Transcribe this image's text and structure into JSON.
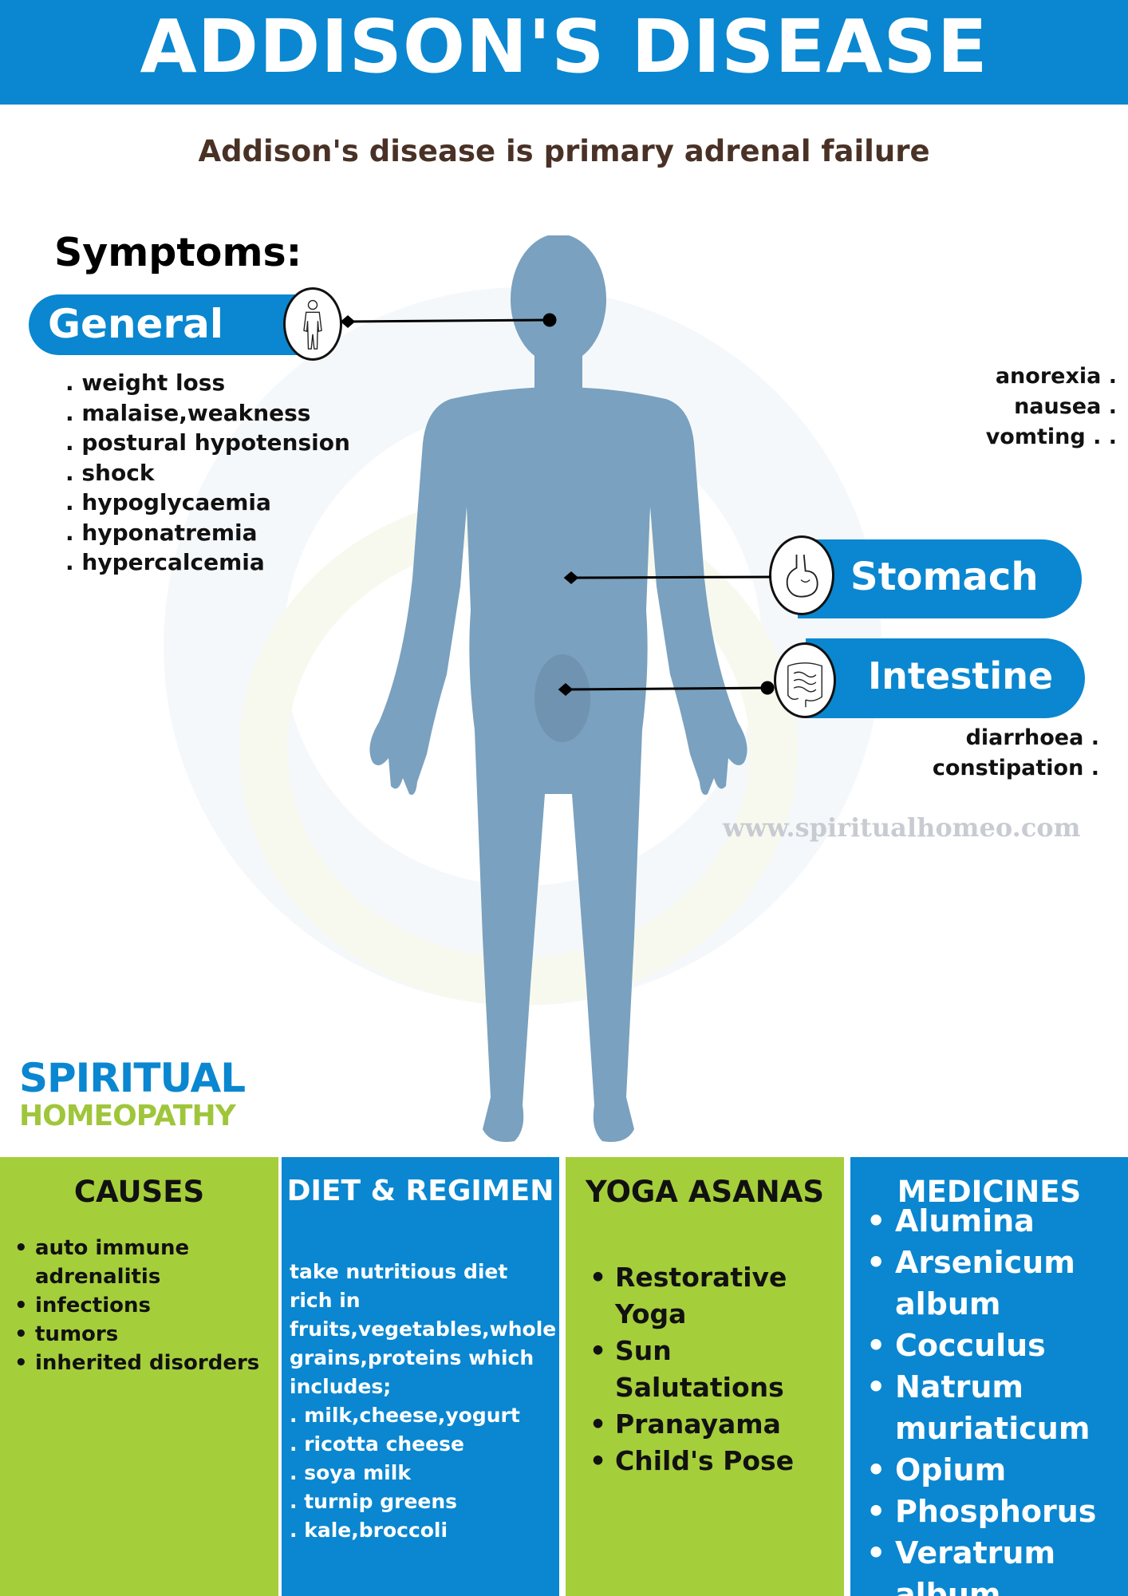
{
  "header": {
    "title": "ADDISON'S DISEASE"
  },
  "subtitle": "Addison's disease is primary adrenal failure",
  "symptoms": {
    "title": "Symptoms:",
    "general": {
      "label": "General",
      "items": [
        ". weight loss",
        ". malaise,weakness",
        ". postural hypotension",
        ". shock",
        ". hypoglycaemia",
        ". hyponatremia",
        ". hypercalcemia"
      ]
    },
    "stomach": {
      "label": "Stomach",
      "items": [
        "anorexia .",
        "nausea .",
        "vomting . ."
      ]
    },
    "intestine": {
      "label": "Intestine",
      "items": [
        "diarrhoea .",
        "constipation ."
      ]
    }
  },
  "website": "www.spiritualhomeo.com",
  "brand": {
    "line1": "SPIRITUAL",
    "line2": "HOMEOPATHY"
  },
  "causes": {
    "title": "CAUSES",
    "items": [
      "auto immune adrenalitis",
      "infections",
      "tumors",
      "inherited disorders"
    ]
  },
  "diet": {
    "title": "DIET & REGIMEN",
    "intro": "take nutritious diet rich in fruits,vegetables,whole grains,proteins which includes;",
    "items": [
      ". milk,cheese,yogurt",
      ". ricotta cheese",
      ". soya milk",
      ". turnip greens",
      ". kale,broccoli"
    ]
  },
  "yoga": {
    "title": "YOGA ASANAS",
    "items": [
      "Restorative Yoga",
      "Sun Salutations",
      "Pranayama",
      "Child's Pose"
    ]
  },
  "medicines": {
    "title": "MEDICINES",
    "items": [
      "Alumina",
      "Arsenicum album",
      "Cocculus",
      "Natrum muriaticum",
      "Opium",
      "Phosphorus",
      "Veratrum album"
    ]
  },
  "colors": {
    "blue": "#0a87d0",
    "green": "#a5ce3b",
    "figure": "#7aa1bf",
    "subtitle": "#4a3126"
  }
}
